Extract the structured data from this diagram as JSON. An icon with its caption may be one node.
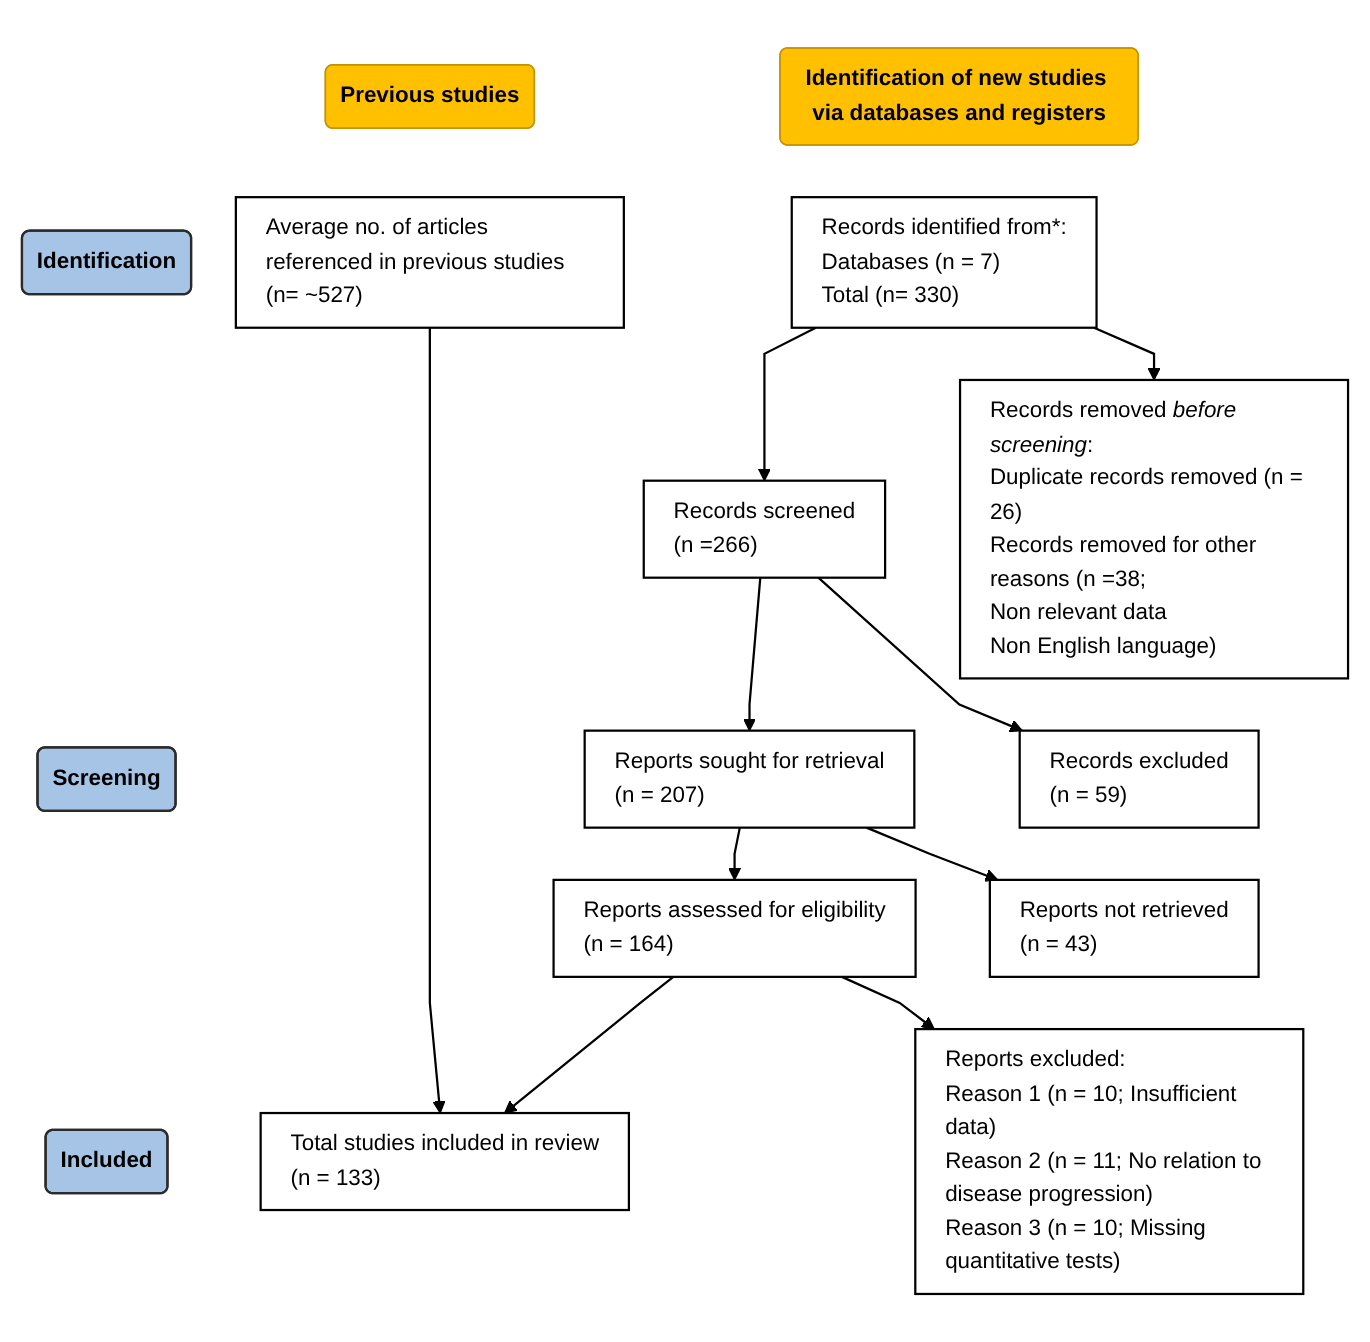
{
  "diagram": {
    "nodes": [
      {
        "text": [
          "Previous studies"
        ]
      },
      {
        "text": [
          "Identification of new studies via databases and registers"
        ]
      },
      {
        "text": [
          "Identification"
        ]
      },
      {
        "text": [
          "Average no. of articles referenced in previous studies (n= ~527)"
        ]
      },
      {
        "text": [
          "Records identified from*:",
          "Databases (n = 7)",
          "Total (n= 330)"
        ]
      },
      {
        "text": [
          "Records removed *before screening*:",
          "Duplicate records removed (n = 26)",
          "Records removed for other reasons (n =38;",
          "Non relevant data",
          "Non English language)"
        ]
      },
      {
        "text": [
          "Screening"
        ]
      },
      {
        "text": [
          "Records screened",
          "(n =266)"
        ]
      },
      {
        "text": [
          "Records excluded",
          "(n = 59)"
        ]
      },
      {
        "text": [
          "Reports sought for retrieval",
          "(n = 207)"
        ]
      },
      {
        "text": [
          "Reports not retrieved",
          "(n = 43)"
        ]
      },
      {
        "text": [
          "Reports assessed for eligibility",
          "(n = 164)"
        ]
      },
      {
        "text": [
          "Reports excluded:",
          "Reason 1 (n = 10; Insufficient data)",
          "Reason 2 (n = 11; No relation to disease progression)",
          "Reason 3 (n = 10; Missing quantitative tests)"
        ]
      },
      {
        "text": [
          "Included"
        ]
      },
      {
        "text": [
          "Total studies included in review",
          "(n = 133)"
        ]
      }
    ],
    "edges": [
      {
        "from": 4,
        "to": 5,
        "arrow": "to"
      },
      {
        "from": 4,
        "to": 7,
        "arrow": "to"
      },
      {
        "from": 7,
        "to": 8,
        "arrow": "to"
      },
      {
        "from": 7,
        "to": 9,
        "arrow": "to"
      },
      {
        "from": 9,
        "to": 10,
        "arrow": "to"
      },
      {
        "from": 9,
        "to": 11,
        "arrow": "to"
      },
      {
        "from": 11,
        "to": 12,
        "arrow": "to"
      },
      {
        "from": 11,
        "to": 14,
        "arrow": "to"
      },
      {
        "from": 3,
        "to": 14,
        "arrow": "to"
      }
    ]
  }
}
